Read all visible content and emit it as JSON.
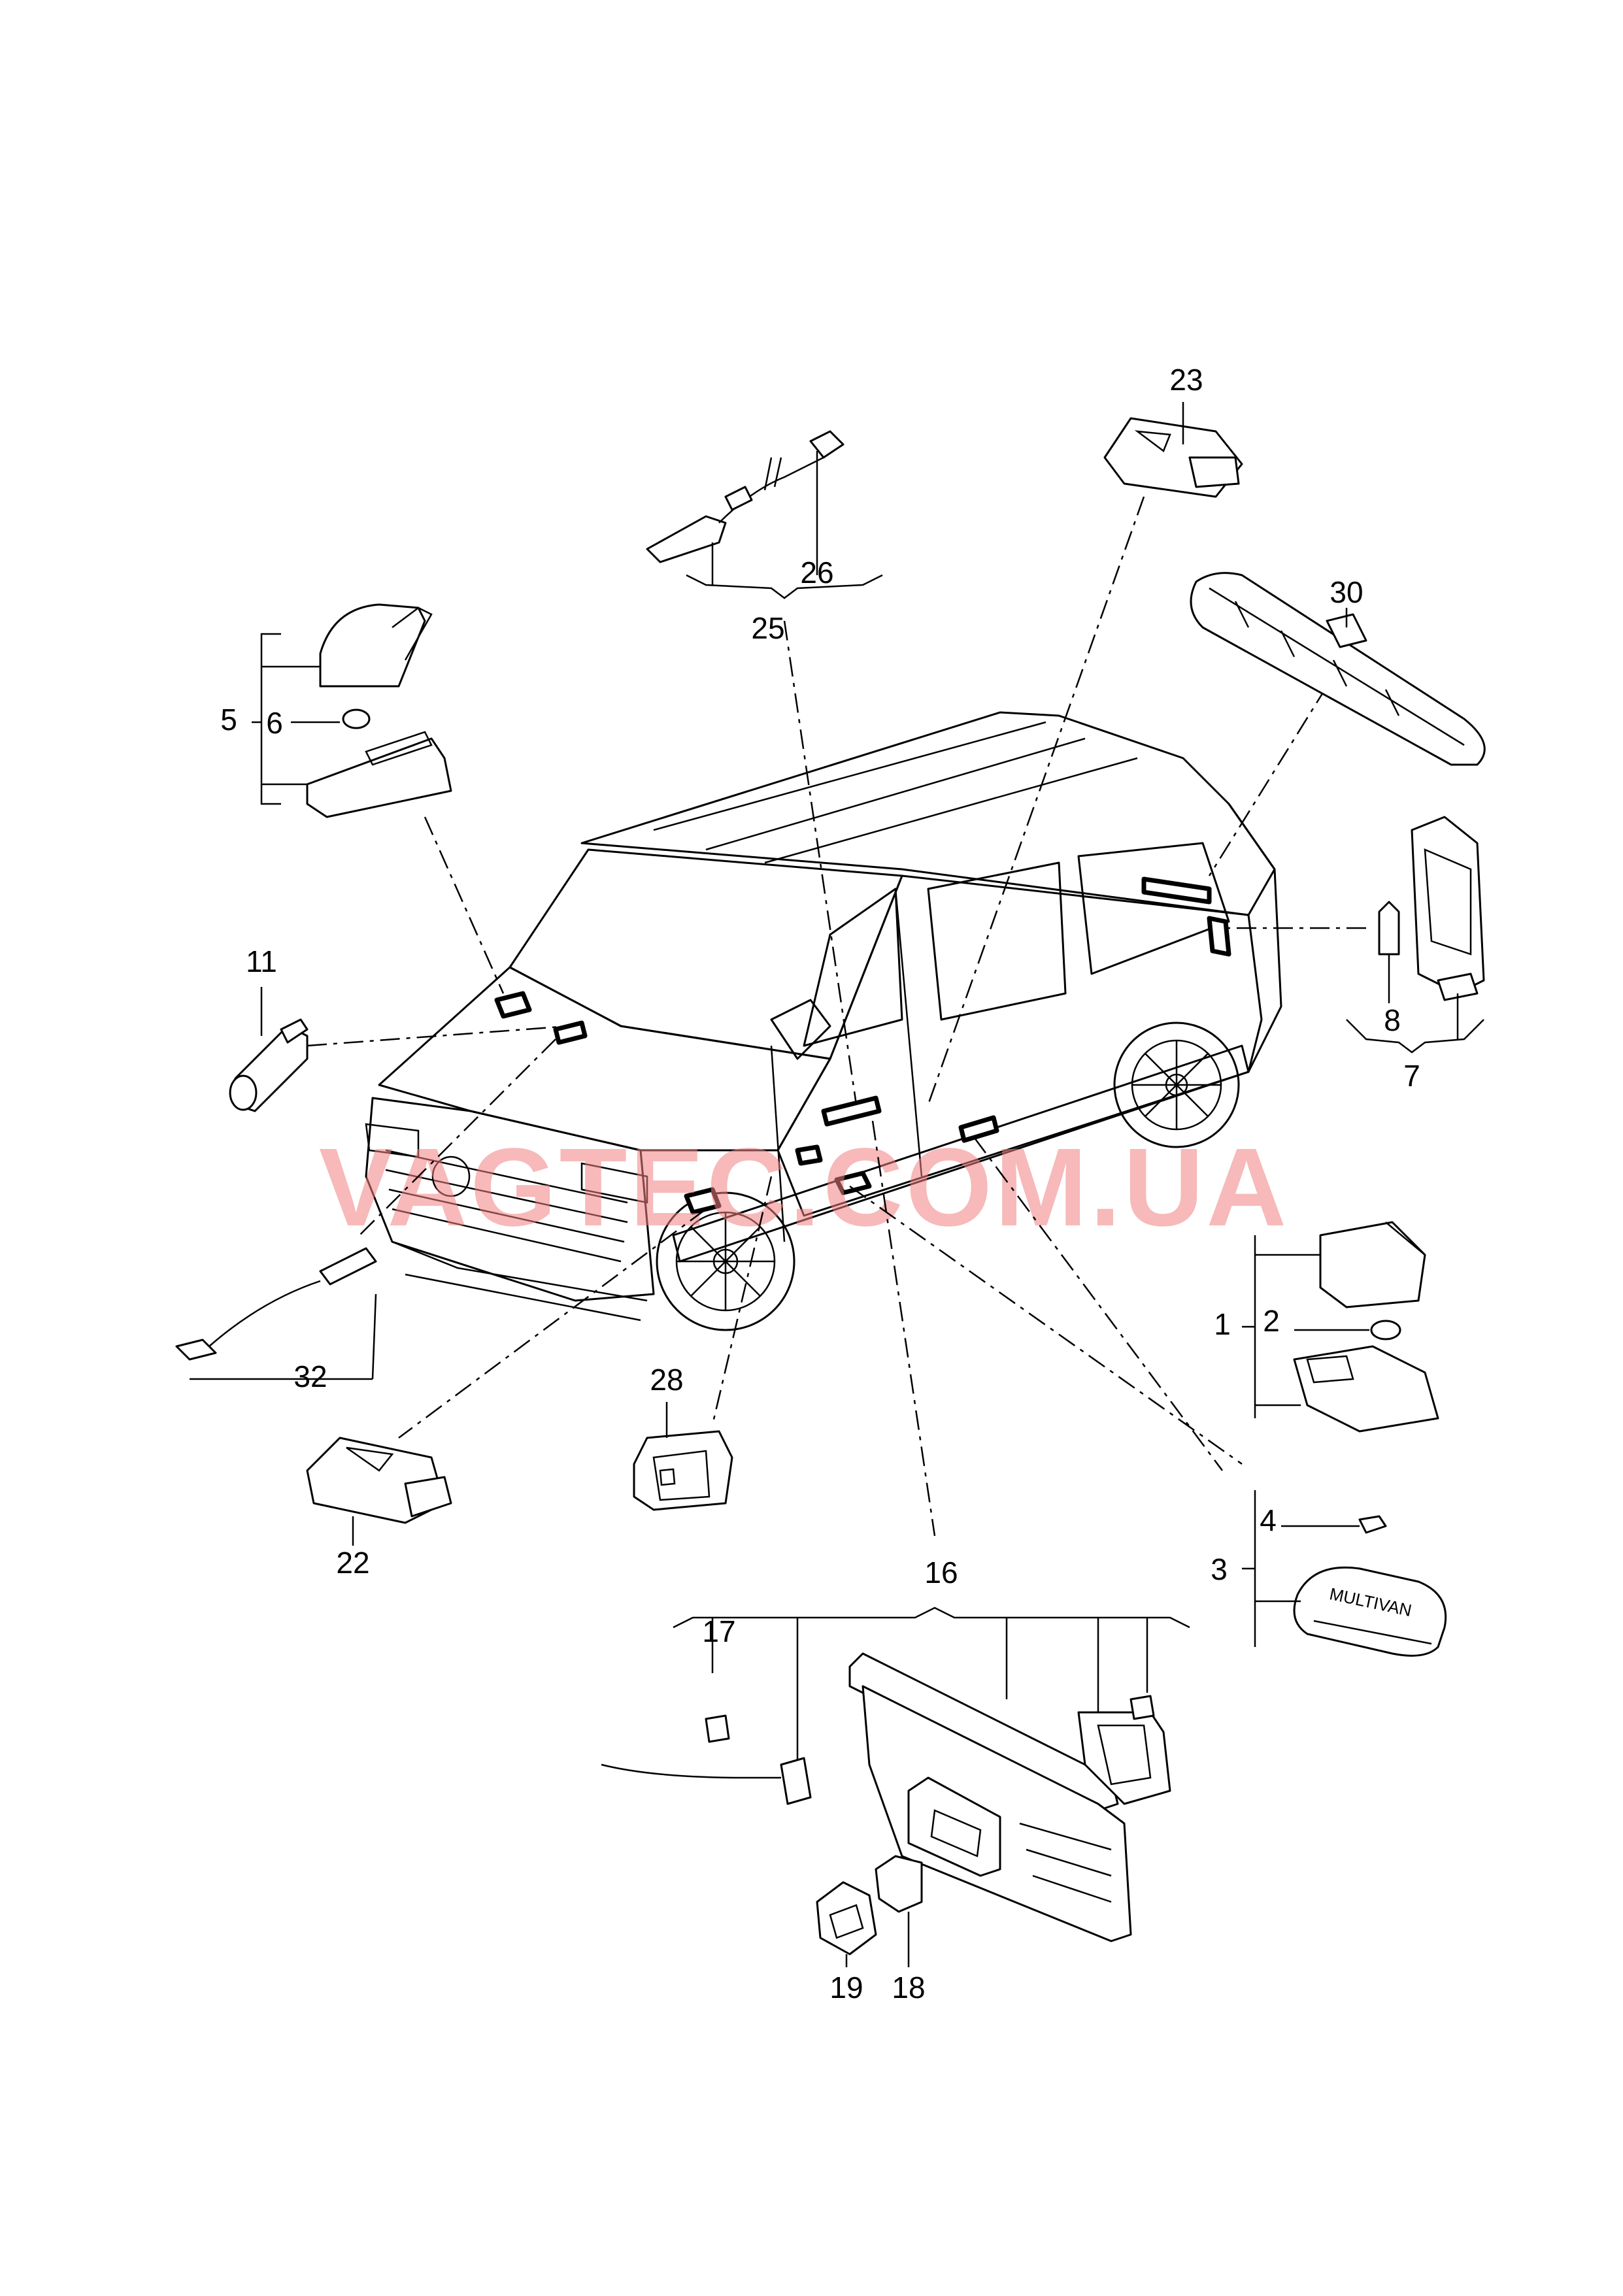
{
  "watermark": "VAGTEC.COM.UA",
  "labels": {
    "p1": "1",
    "p2": "2",
    "p3": "3",
    "p4": "4",
    "p5": "5",
    "p6": "6",
    "p7": "7",
    "p8": "8",
    "p11": "11",
    "p16": "16",
    "p17": "17",
    "p18": "18",
    "p19": "19",
    "p22": "22",
    "p23": "23",
    "p25": "25",
    "p26": "26",
    "p28": "28",
    "p30": "30",
    "p32": "32"
  },
  "badge_text": "MULTIVAN"
}
